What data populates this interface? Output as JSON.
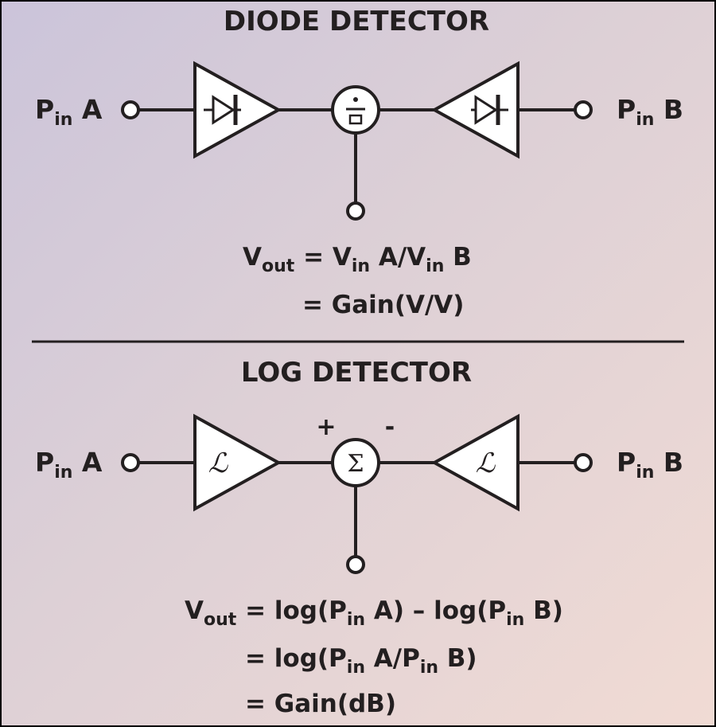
{
  "diode": {
    "title": "DIODE DETECTOR",
    "left_port": {
      "p": "P",
      "sub": "in",
      "rest": " A"
    },
    "right_port": {
      "p": "P",
      "sub": "in",
      "rest": " B"
    },
    "eq1": {
      "v": "V",
      "vsub": "out",
      "mid": " = V",
      "msub": "in",
      "mid2": " A/V",
      "msub2": "in",
      "end": " B"
    },
    "eq2": "= Gain(V/V)"
  },
  "log": {
    "title": "LOG DETECTOR",
    "plus": "+",
    "minus": "-",
    "sigma": "Σ",
    "amp_symbol": "ℒ",
    "left_port": {
      "p": "P",
      "sub": "in",
      "rest": " A"
    },
    "right_port": {
      "p": "P",
      "sub": "in",
      "rest": " B"
    },
    "eq1": {
      "v": "V",
      "vsub": "out",
      "a": " = log(P",
      "asub": "in",
      "b": " A) – log(P",
      "bsub": "in",
      "c": " B)"
    },
    "eq2": {
      "a": "= log(P",
      "asub": "in",
      "b": " A/P",
      "bsub": "in",
      "c": " B)"
    },
    "eq3": "= Gain(dB)"
  }
}
